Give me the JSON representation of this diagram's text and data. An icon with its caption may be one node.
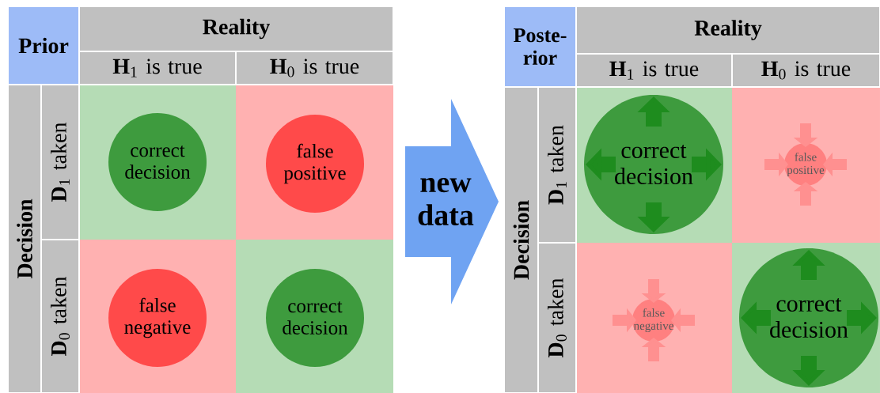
{
  "diagram": {
    "nodes": [
      {
        "text": [
          "Prior"
        ]
      },
      {
        "text": [
          "Reality"
        ]
      },
      {
        "text": [
          "**H**$_{1}$ is true"
        ]
      },
      {
        "text": [
          "**H**$_{0}$ is true"
        ]
      },
      {
        "text": [
          "Decision"
        ]
      },
      {
        "text": [
          "**D**$_{1}$ taken"
        ]
      },
      {
        "text": [
          "**D**$_{0}$ taken"
        ]
      },
      {
        "text": [
          "correct decision"
        ]
      },
      {
        "text": [
          "false positive"
        ]
      },
      {
        "text": [
          "false negative"
        ]
      },
      {
        "text": [
          "correct decision"
        ]
      },
      {
        "text": [
          "new data"
        ]
      },
      {
        "text": [
          "Poste- rior"
        ]
      },
      {
        "text": [
          "Reality"
        ]
      },
      {
        "text": [
          "**H**$_{1}$ is true"
        ]
      },
      {
        "text": [
          "**H**$_{0}$ is true"
        ]
      },
      {
        "text": [
          "Decision"
        ]
      },
      {
        "text": [
          "**D**$_{1}$ taken"
        ]
      },
      {
        "text": [
          "**D**$_{0}$ taken"
        ]
      },
      {
        "text": [
          "correct decision"
        ]
      },
      {
        "text": [
          "false positive"
        ]
      },
      {
        "text": [
          "false negative"
        ]
      },
      {
        "text": [
          "correct decision"
        ]
      }
    ]
  }
}
